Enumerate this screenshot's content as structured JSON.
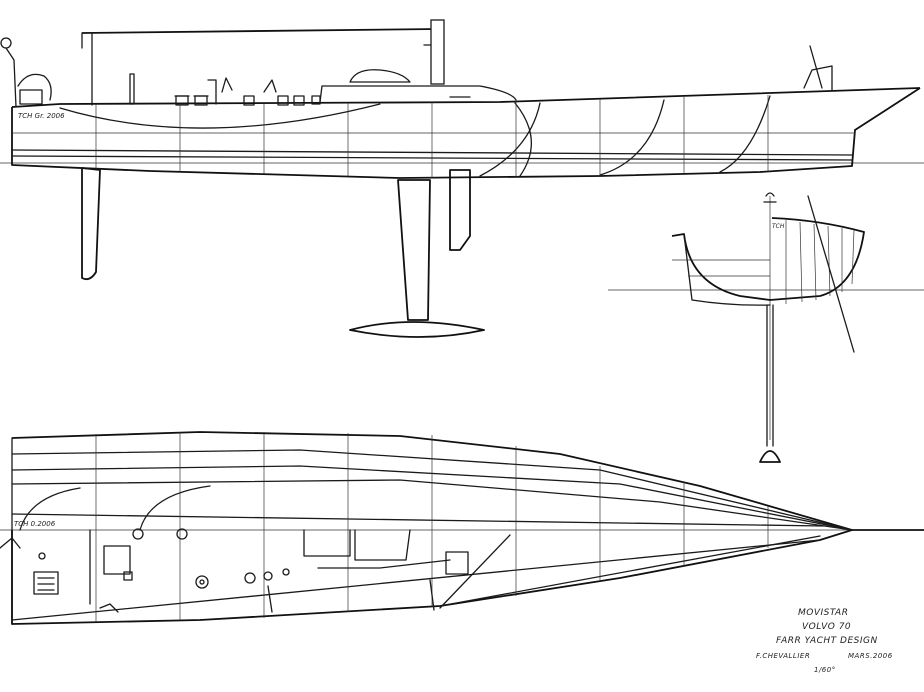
{
  "labels": {
    "profile_station": "TCH Gr. 2006",
    "plan_station": "TCH 0.2006",
    "section_mark": "TCH"
  },
  "title_block": {
    "line1": "MOVISTAR",
    "line2": "VOLVO 70",
    "line3": "FARR YACHT DESIGN",
    "author": "F.CHEVALLIER",
    "date": "MARS.2006",
    "scale": "1/60°"
  }
}
